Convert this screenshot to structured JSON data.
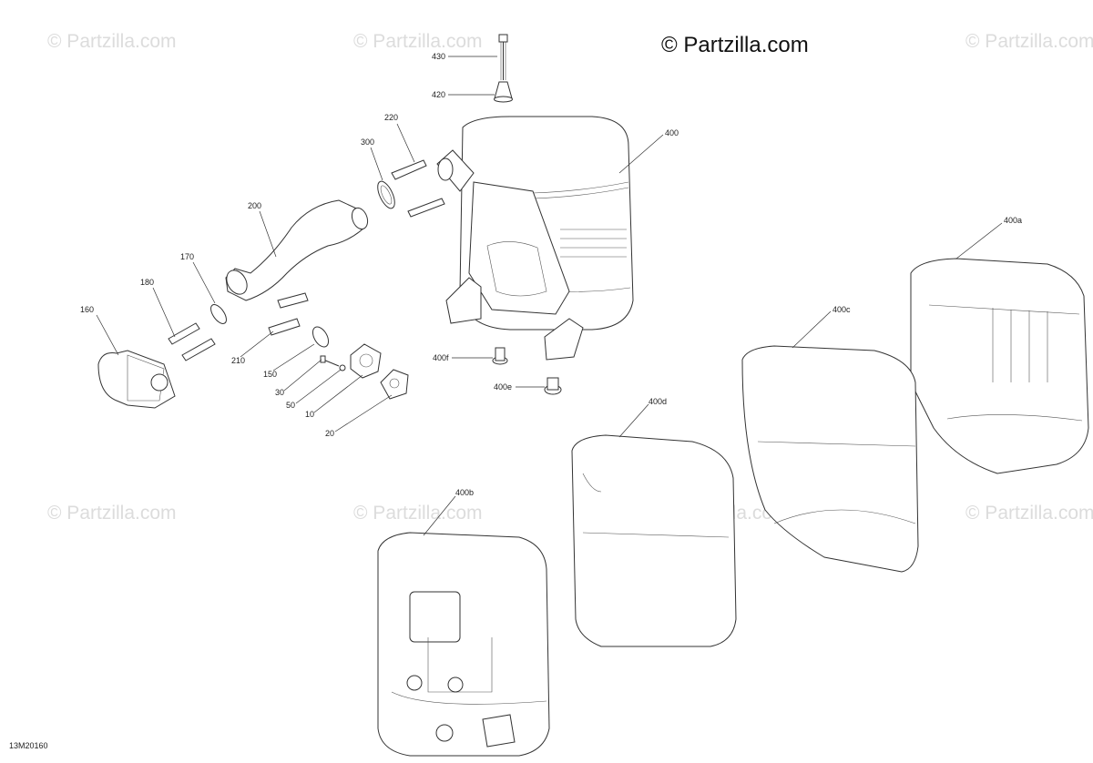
{
  "watermarks": {
    "main": "© Partzilla.com",
    "faint": "© Partzilla.com"
  },
  "drawing_code": "13M20160",
  "callouts": {
    "c430": "430",
    "c420": "420",
    "c220": "220",
    "c300": "300",
    "c400": "400",
    "c200": "200",
    "c170": "170",
    "c180": "180",
    "c160": "160",
    "c210": "210",
    "c150": "150",
    "c30": "30",
    "c50": "50",
    "c10": "10",
    "c20": "20",
    "c400f": "400f",
    "c400e": "400e",
    "c400a": "400a",
    "c400b": "400b",
    "c400c": "400c",
    "c400d": "400d"
  },
  "colors": {
    "line": "#333333",
    "watermark": "#dcdcdc",
    "background": "#ffffff"
  }
}
